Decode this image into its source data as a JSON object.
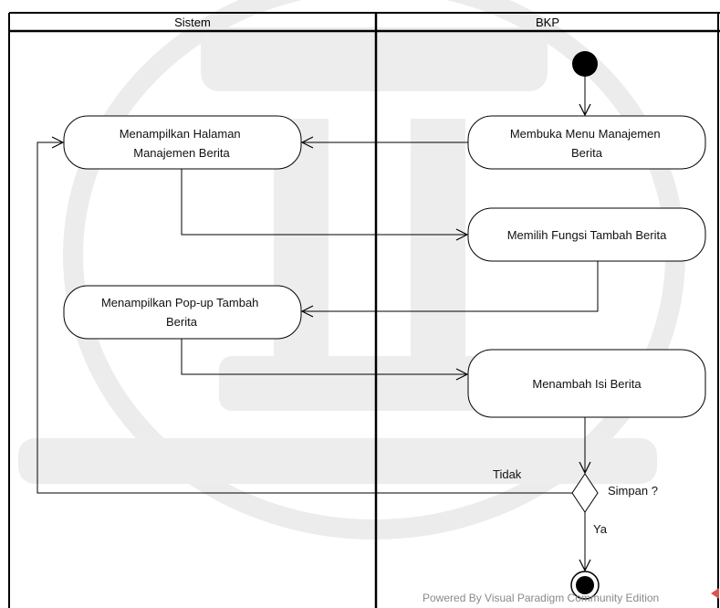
{
  "swimlanes": [
    {
      "name": "Sistem"
    },
    {
      "name": "BKP"
    }
  ],
  "activities": [
    {
      "id": "membuka_menu",
      "lines": [
        "Membuka Menu Manajemen",
        "Berita"
      ]
    },
    {
      "id": "tampil_halaman",
      "lines": [
        "Menampilkan Halaman",
        "Manajemen Berita"
      ]
    },
    {
      "id": "pilih_fungsi",
      "lines": [
        "Memilih Fungsi Tambah Berita"
      ]
    },
    {
      "id": "tampil_popup",
      "lines": [
        "Menampilkan Pop-up Tambah",
        "Berita"
      ]
    },
    {
      "id": "tambah_isi",
      "lines": [
        "Menambah Isi Berita"
      ]
    }
  ],
  "decision": {
    "label": "Simpan ?",
    "no_label": "Tidak",
    "yes_label": "Ya"
  },
  "footer": {
    "text": "Powered By  Visual Paradigm Community Edition"
  },
  "colors": {
    "stroke": "#000000",
    "background": "#ffffff",
    "watermark": "#e9e9e9",
    "footer": "#8a8a8a",
    "logo": "#d9534f"
  }
}
